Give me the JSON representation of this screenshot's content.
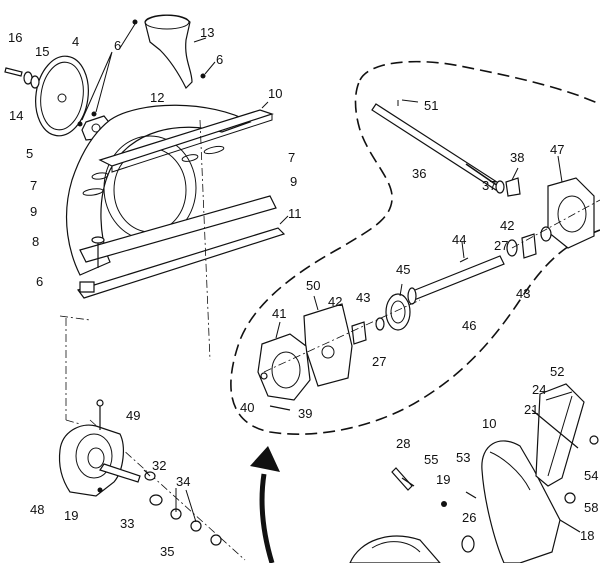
{
  "callouts": [
    "16",
    "15",
    "14",
    "4",
    "6",
    "13",
    "6",
    "12",
    "10",
    "5",
    "7",
    "7",
    "9",
    "9",
    "11",
    "8",
    "6",
    "51",
    "36",
    "38",
    "47",
    "37",
    "42",
    "44",
    "27",
    "45",
    "43",
    "50",
    "42",
    "43",
    "41",
    "46",
    "27",
    "40",
    "39",
    "49",
    "48",
    "19",
    "32",
    "33",
    "34",
    "35",
    "28",
    "55",
    "53",
    "19",
    "10",
    "52",
    "24",
    "21",
    "54",
    "26",
    "58",
    "18"
  ],
  "colors": {
    "line": "#111111",
    "background": "#ffffff"
  }
}
